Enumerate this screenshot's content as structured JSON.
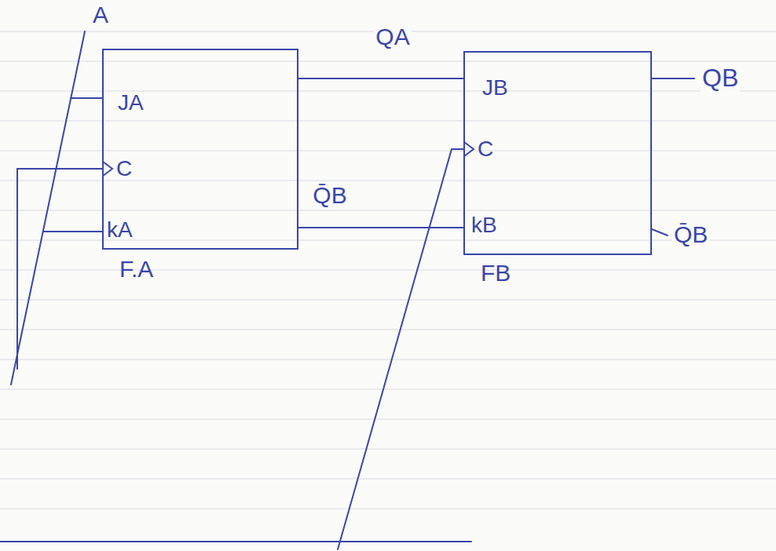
{
  "diagram": {
    "nodes": [
      {
        "text": [
          "JA",
          "C",
          "kA",
          "F.A"
        ]
      },
      {
        "text": [
          "JB",
          "C",
          "kB",
          "FB"
        ]
      }
    ],
    "edges": [
      {
        "from": 0,
        "to": 1,
        "arrow": "none",
        "label": "QA"
      },
      {
        "from": 0,
        "to": 1,
        "arrow": "none",
        "label": "Q̄B"
      }
    ],
    "labels": [
      "A",
      "QB",
      "Q̄B"
    ]
  }
}
